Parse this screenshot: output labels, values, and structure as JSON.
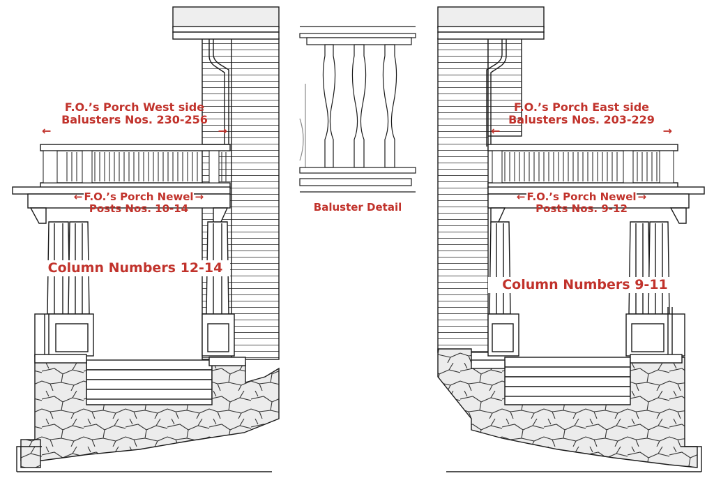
{
  "colors": {
    "label": "#c1322b",
    "line": "#1a1a1a",
    "stone": "#e6e6e6",
    "wall": "#ffffff"
  },
  "west": {
    "balusters_title": "F.O.’s Porch West side",
    "balusters_range": "Balusters Nos. 230-256",
    "newel_title": "F.O.’s Porch Newel",
    "newel_range": "Posts Nos. 10-14",
    "columns": "Column Numbers 12-14"
  },
  "east": {
    "balusters_title": "F.O.’s Porch East side",
    "balusters_range": "Balusters Nos. 203-229",
    "newel_title": "F.O.’s Porch Newel",
    "newel_range": "Posts Nos. 9-12",
    "columns": "Column Numbers 9-11"
  },
  "detail": {
    "caption": "Baluster Detail"
  },
  "icons": {
    "left_arrow": "left-arrow-icon",
    "right_arrow": "right-arrow-icon"
  }
}
